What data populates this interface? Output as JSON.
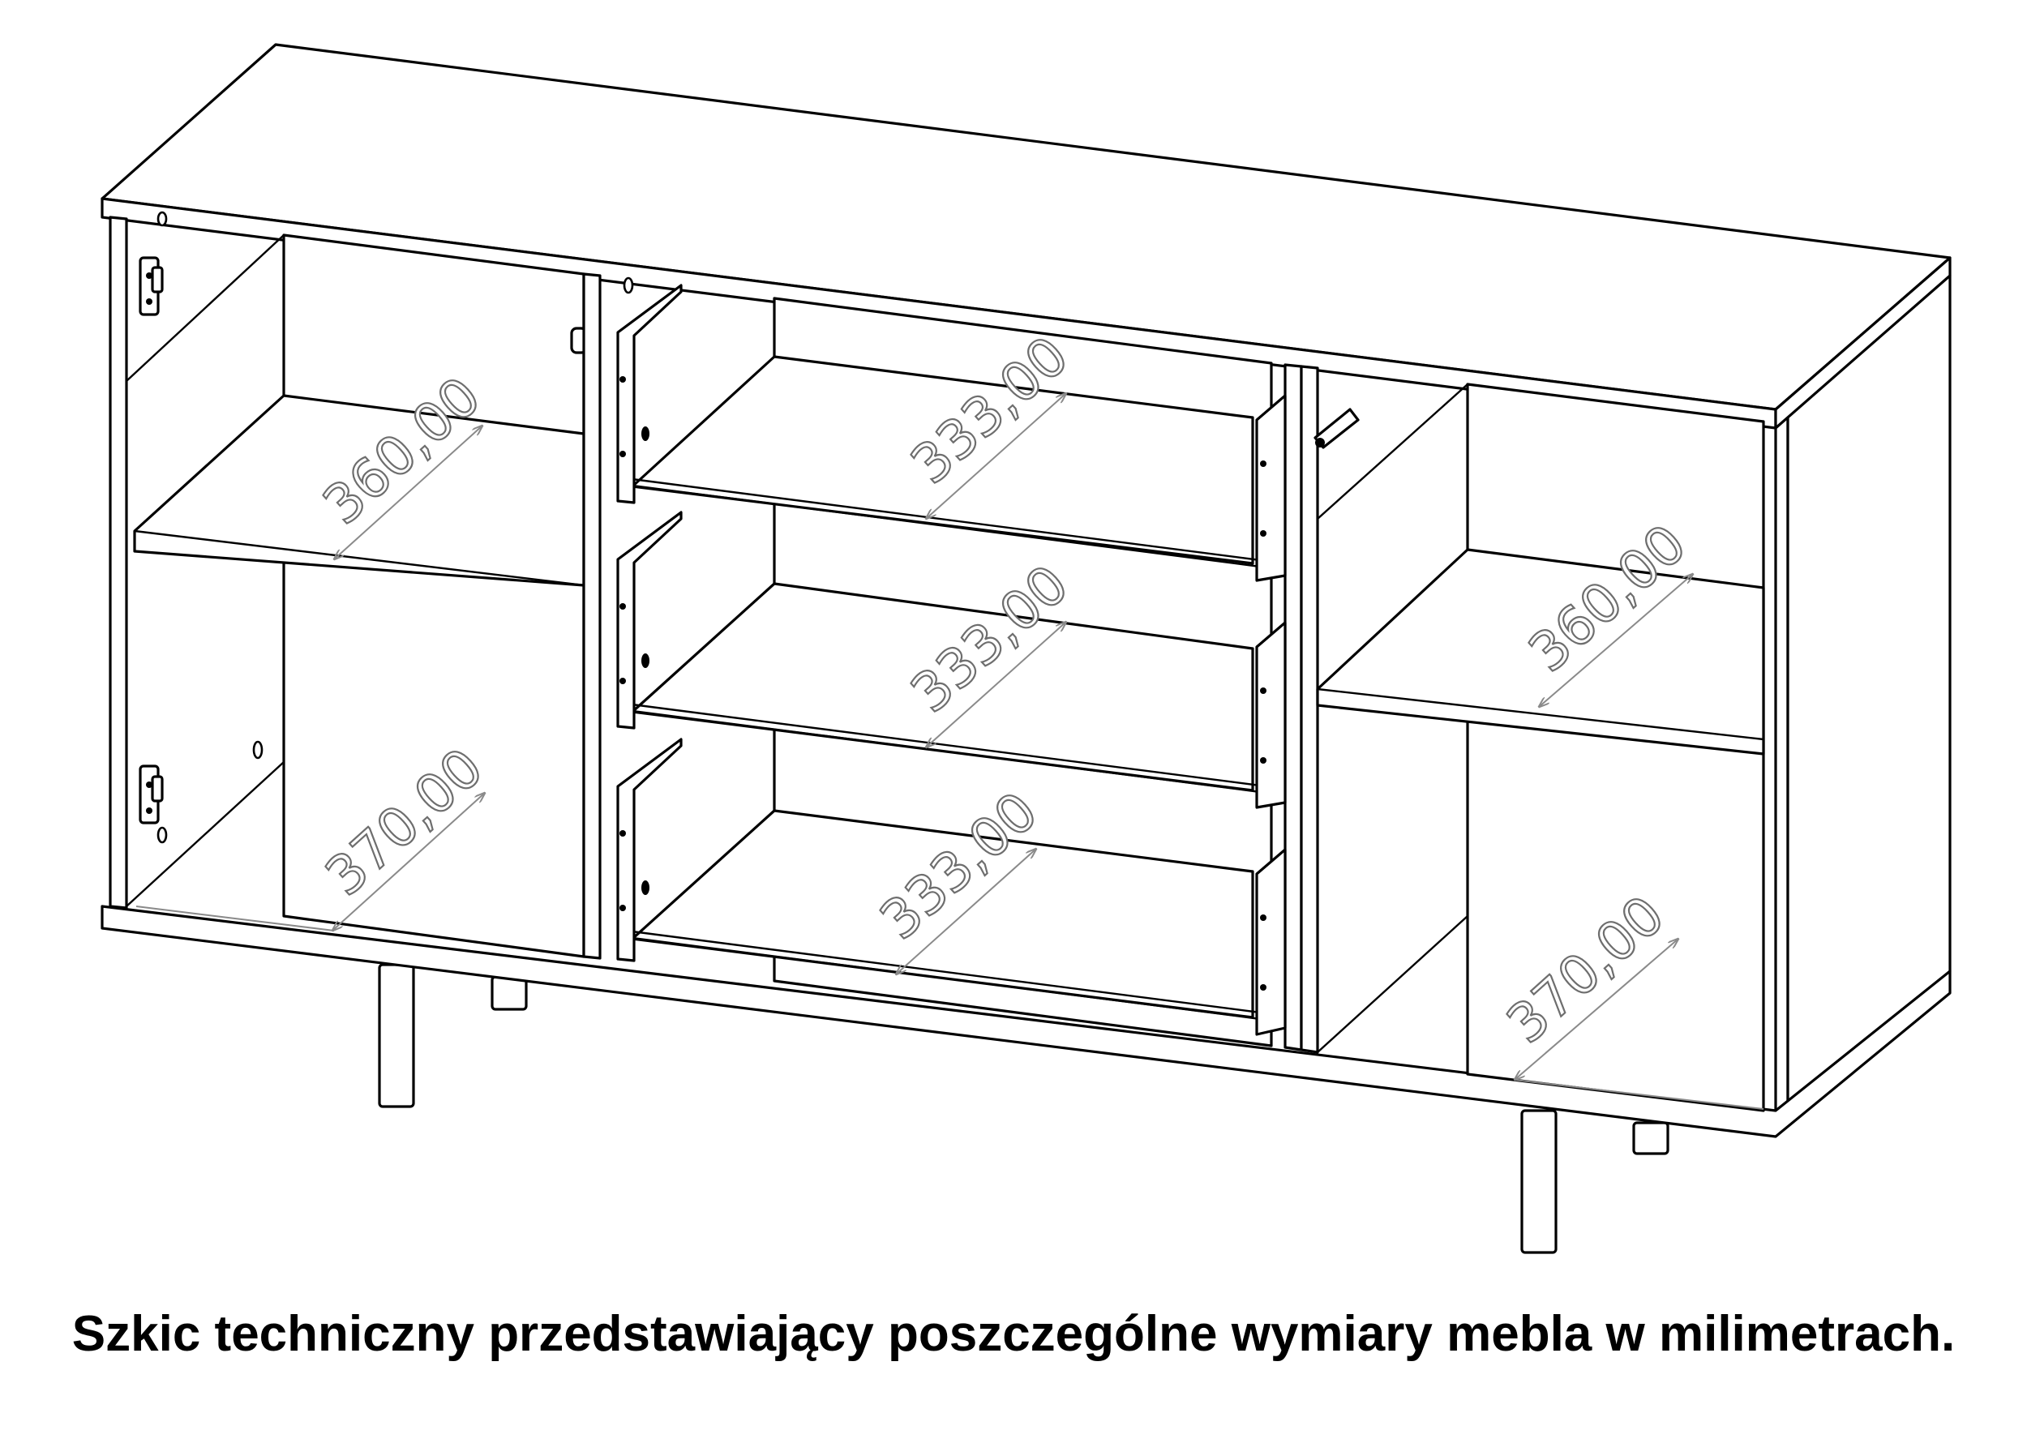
{
  "caption": "Szkic techniczny przedstawiający poszczególne wymiary mebla w milimetrach.",
  "dimensions": {
    "left_shelf": "360,00",
    "left_bottom": "370,00",
    "drawer_top": "333,00",
    "drawer_middle": "333,00",
    "drawer_bottom": "333,00",
    "right_shelf": "360,00",
    "right_bottom": "370,00"
  }
}
